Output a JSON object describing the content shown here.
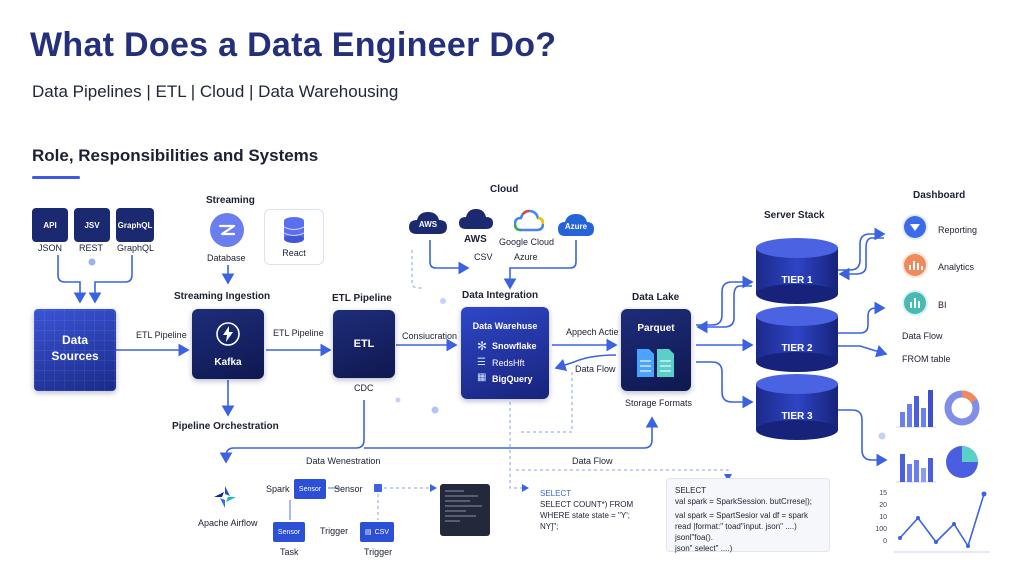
{
  "header": {
    "title": "What Does a Data Engineer Do?",
    "subtitle": "Data Pipelines | ETL | Cloud | Data Warehousing",
    "section": "Role, Responsibilities and Systems"
  },
  "sources": {
    "api_tag": "API",
    "api_label": "JSON",
    "jsv_tag": "JSV",
    "jsv_label": "REST",
    "graphql_tag": "GraphQL",
    "graphql_label": "GraphQL",
    "box_line1": "Data",
    "box_line2": "Sources"
  },
  "streaming": {
    "header": "Streaming",
    "database_label": "Database",
    "react_label": "React",
    "ingestion_header": "Streaming Ingestion",
    "kafka_label": "Kafka",
    "orchestration": "Pipeline Orchestration"
  },
  "edges": {
    "etl_pipeline_1": "ETL Pipeline",
    "etl_pipeline_2": "ETL Pipeline",
    "consiucration": "Consiucration",
    "appech": "Appech Actie",
    "data_flow_1": "Data Flow",
    "data_flow_2": "Data Flow"
  },
  "etl": {
    "header": "ETL Pipeline",
    "box_label": "ETL",
    "cdc_label": "CDC"
  },
  "cloud": {
    "header": "Cloud",
    "aws_tag": "AWS",
    "aws_label": "AWS",
    "csv_label": "CSV",
    "google_label": "Google Cloud",
    "azure_tag": "Azure",
    "azure_label": "Azure"
  },
  "integration": {
    "header": "Data Integration",
    "box_title": "Data Warehuse",
    "snowflake": "Snowflake",
    "redshift": "RedsHft",
    "bigquery": "BigQuery"
  },
  "lake": {
    "header": "Data Lake",
    "box_label": "Parquet",
    "storage": "Storage Formats"
  },
  "servers": {
    "header": "Server Stack",
    "tier1": "TIER 1",
    "tier2": "TIER 2",
    "tier3": "TIER 3"
  },
  "dashboard": {
    "header": "Dashboard",
    "reporting": "Reporting",
    "analytics": "Analytics",
    "bi": "BI",
    "data_flow": "Data Flow",
    "from_table": "FROM table",
    "line_ticks": [
      "15",
      "20",
      "10",
      "100",
      "0"
    ]
  },
  "orchestration": {
    "header": "Data Wenestration",
    "airflow": "Apache Airflow",
    "spark": "Spark",
    "sensor_box": "Sensor",
    "sensor_label": "Sensor",
    "sensor_task_box": "Sensor",
    "task": "Task",
    "trigger_mid": "Trigger",
    "csv_box": "CSV",
    "trigger_bottom": "Trigger"
  },
  "sql": {
    "line1": "SELECT",
    "line2": "SELECT COUNT*) FROM",
    "line3": "WHERE state state = \"Y';",
    "line4": "NY]\";"
  },
  "spark_code": {
    "line1": "SELECT",
    "line2": "val spark = SparkSession. butCrrese|);",
    "line3": "val spark = SpartSesior val df = spark",
    "line4": "read |format:\" toad\"input. json\" ....)",
    "line5": "jsonl\"foa().",
    "line6": "json\" select\" ....)"
  },
  "colors": {
    "navy": "#1b2970",
    "accent": "#3d5ae0",
    "arrow": "#3b63e0",
    "title": "#24307a"
  }
}
